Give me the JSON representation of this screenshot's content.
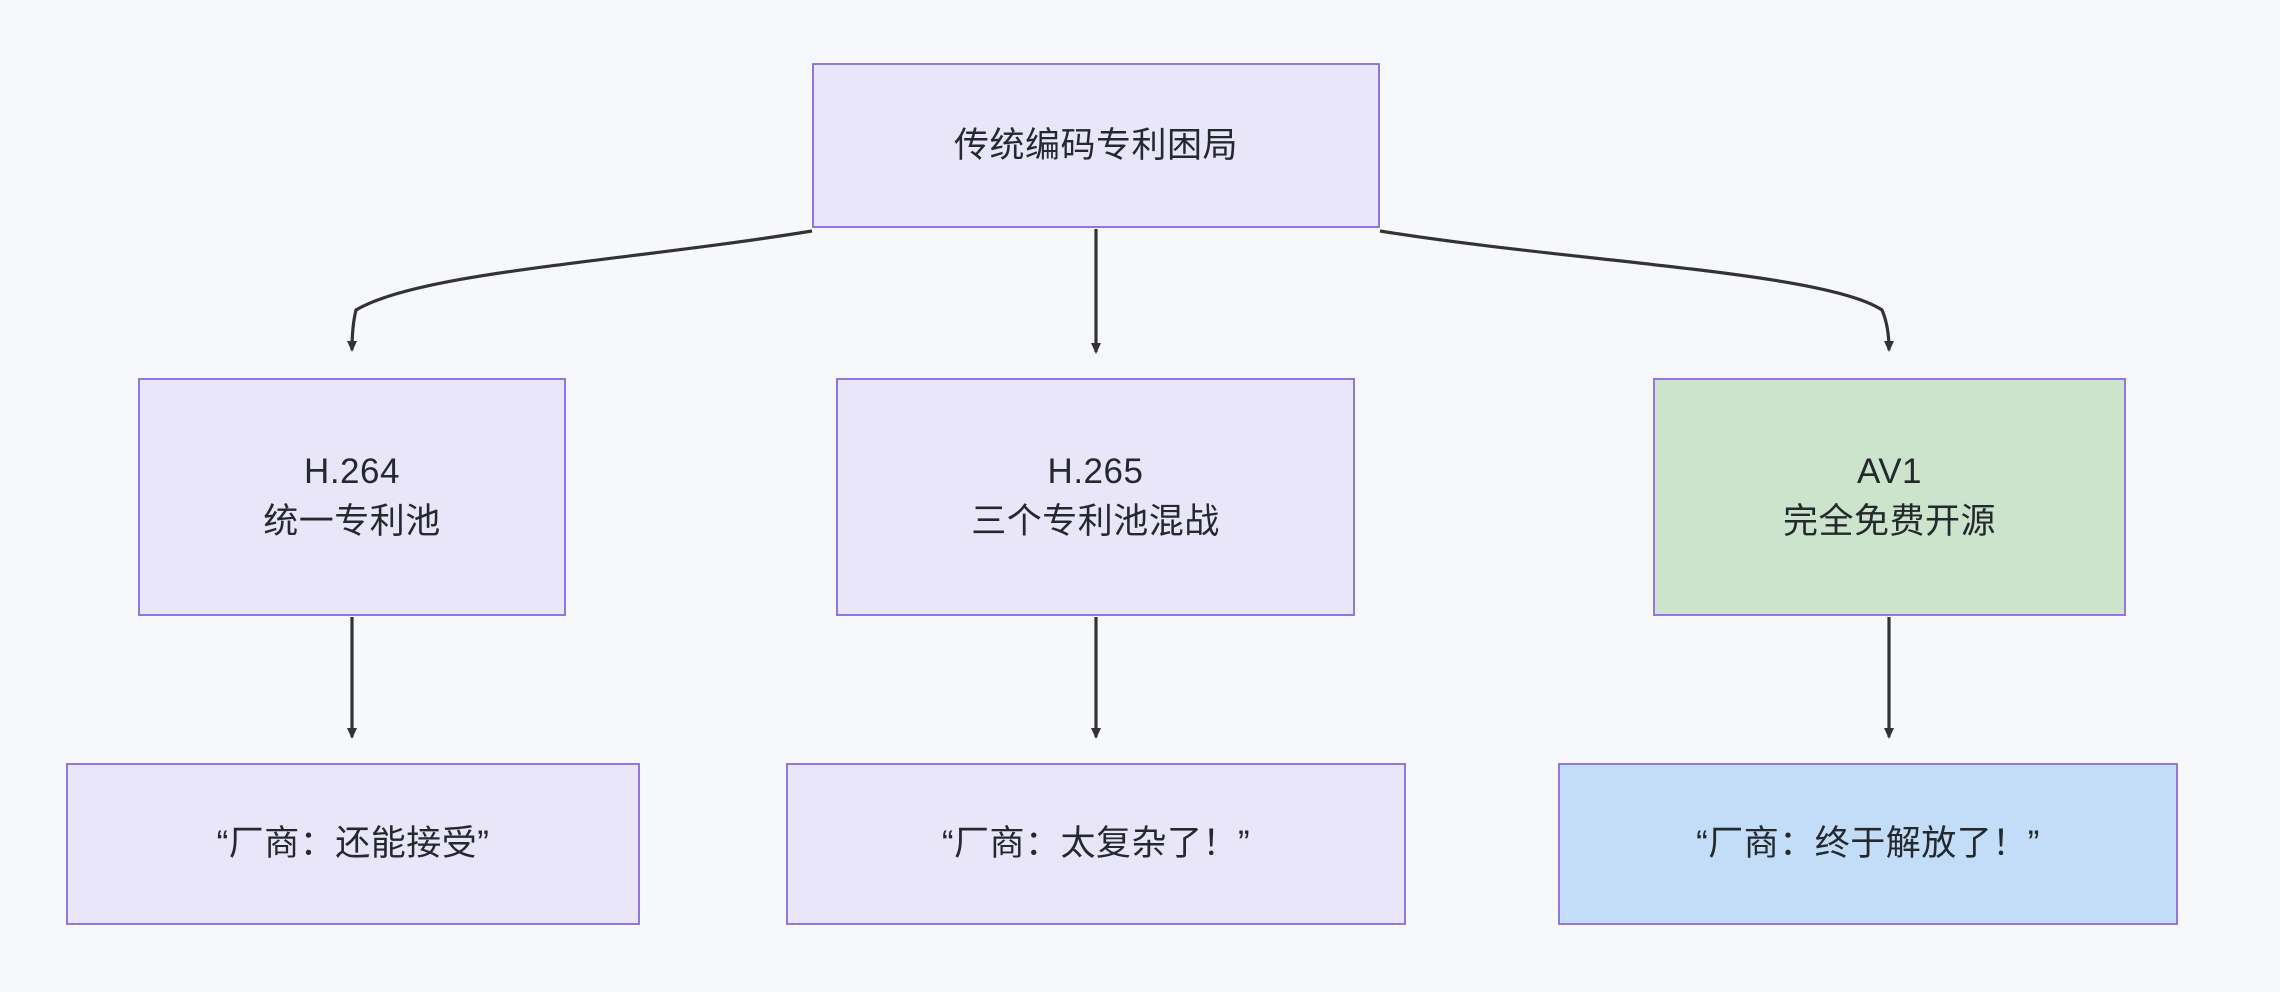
{
  "diagram": {
    "background_color": "#f7f8fc",
    "node_fill_default": "#e9e6fa",
    "node_fill_green": "#cde4cc",
    "node_fill_blue": "#c3dcf7",
    "node_border_color": "#9575e0",
    "edge_color": "#333333",
    "text_color": "#24292e",
    "root": {
      "title": "传统编码专利困局"
    },
    "codecs": [
      {
        "name": "H.264",
        "detail": "统一专利池",
        "quote": "“厂商：还能接受”"
      },
      {
        "name": "H.265",
        "detail": "三个专利池混战",
        "quote": "“厂商：太复杂了！”"
      },
      {
        "name": "AV1",
        "detail": "完全免费开源",
        "quote": "“厂商：终于解放了！”"
      }
    ]
  }
}
